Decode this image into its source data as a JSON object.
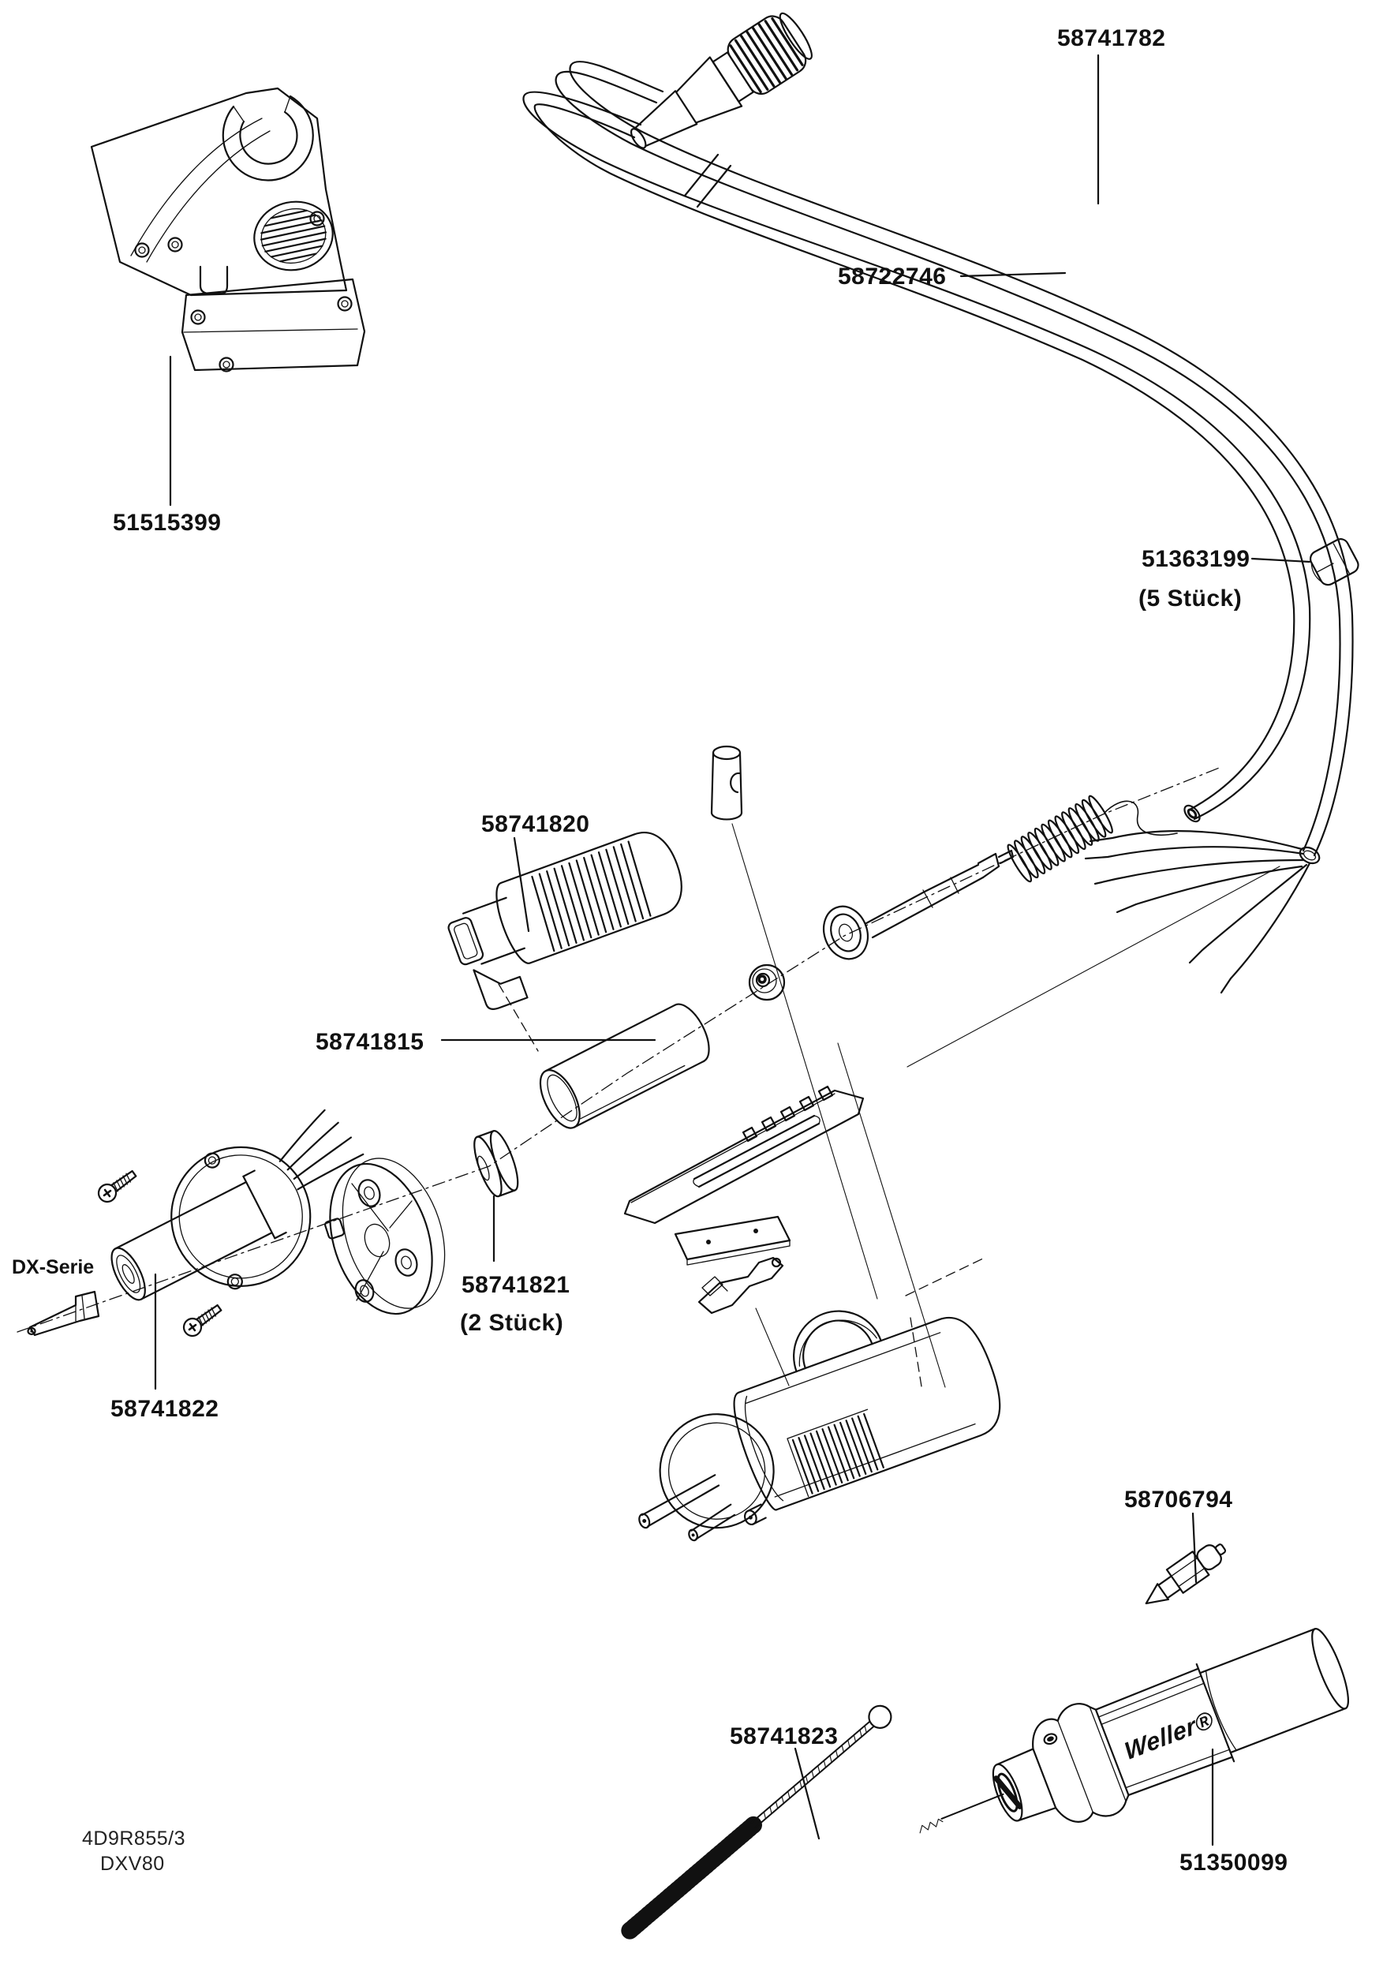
{
  "footer": {
    "drawing_no": "4D9R855/3",
    "model": "DXV80"
  },
  "branding": {
    "logo": "Weller®"
  },
  "parts": {
    "stand": {
      "number": "51515399"
    },
    "cord": {
      "number": "58741782"
    },
    "hose": {
      "number": "58722746"
    },
    "clip": {
      "number": "51363199",
      "qty": "(5 Stück)"
    },
    "heater": {
      "number": "58741820"
    },
    "tube": {
      "number": "58741815"
    },
    "seal": {
      "number": "58741821",
      "qty": "(2 Stück)"
    },
    "nozzle": {
      "series": "DX-Serie"
    },
    "barrel": {
      "number": "58741822"
    },
    "sensor": {
      "number": "58706794"
    },
    "brush": {
      "number": "58741823"
    },
    "handle": {
      "number": "51350099"
    }
  },
  "colors": {
    "ink": "#111111",
    "paper": "#ffffff"
  }
}
